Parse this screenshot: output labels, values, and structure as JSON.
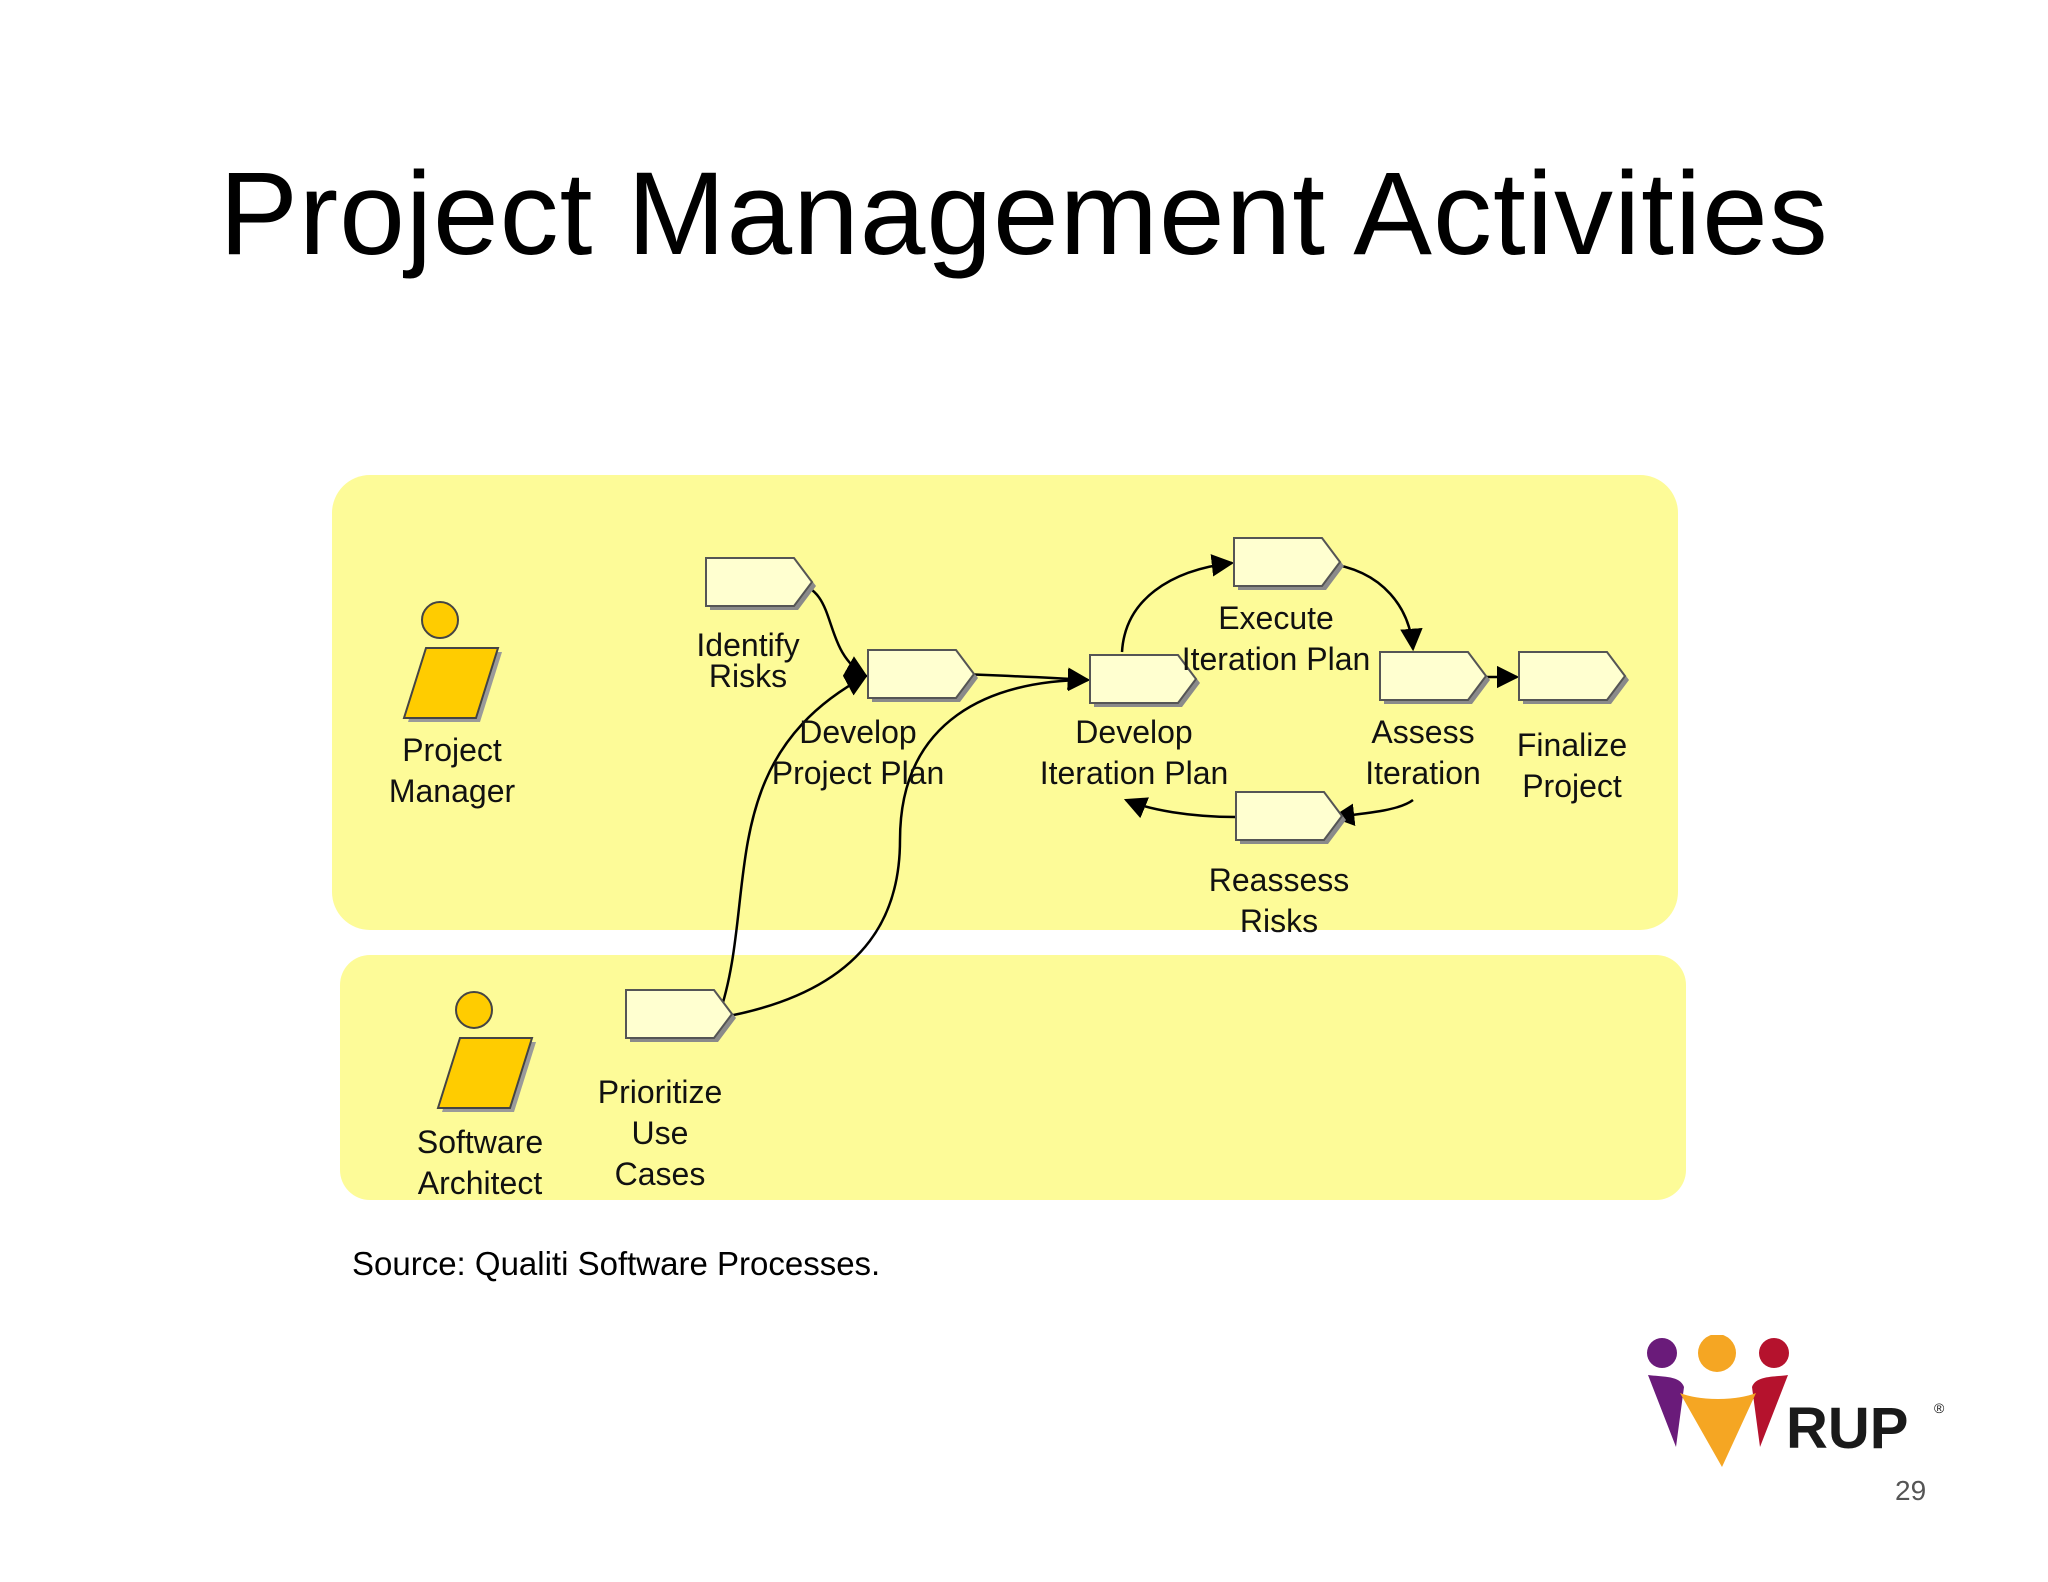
{
  "slide": {
    "title": "Project Management Activities",
    "source": "Source: Qualiti Software Processes.",
    "page_number": "29"
  },
  "roles": {
    "project_manager": "Project\nManager",
    "software_architect": "Software\nArchitect"
  },
  "activities": {
    "identify_risks": "Identify\nRisks",
    "develop_project_plan": "Develop\nProject Plan",
    "develop_iteration_plan": "Develop\nIteration Plan",
    "execute_iteration_plan": "Execute\nIteration Plan",
    "assess_iteration": "Assess\nIteration",
    "finalize_project": "Finalize\nProject",
    "reassess_risks": "Reassess\nRisks",
    "prioritize_use_cases": "Prioritize\nUse\nCases"
  },
  "logo": {
    "text": "RUP",
    "mark": "®"
  },
  "colors": {
    "lane": "#fdfb98",
    "role_icon": "#ffcc00",
    "activity_fill": "#ffffd0",
    "logo_purple": "#6a1b7a",
    "logo_red": "#b5122d",
    "logo_orange": "#f5a623"
  }
}
